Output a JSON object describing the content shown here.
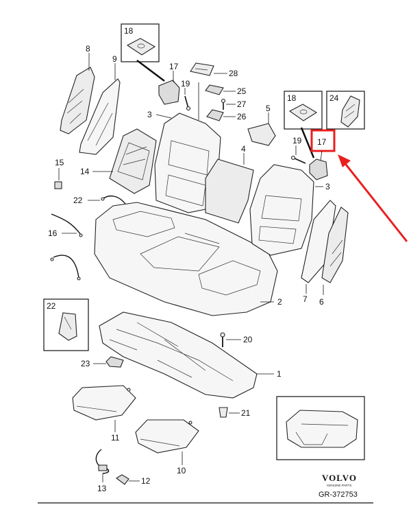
{
  "callouts": {
    "c1": "1",
    "c2": "2",
    "c3a": "3",
    "c3b": "3",
    "c4": "4",
    "c5": "5",
    "c6": "6",
    "c7": "7",
    "c8": "8",
    "c9": "9",
    "c10": "10",
    "c11": "11",
    "c12": "12",
    "c13": "13",
    "c14": "14",
    "c15": "15",
    "c16": "16",
    "c17a": "17",
    "c19a": "19",
    "c19b": "19",
    "c20": "20",
    "c21": "21",
    "c22": "22",
    "c23": "23",
    "c25": "25",
    "c26": "26",
    "c27": "27",
    "c28": "28"
  },
  "insets": {
    "box18a": "18",
    "box18b": "18",
    "box24": "24",
    "box22": "22",
    "highlight17": "17"
  },
  "highlight": {
    "color": "#e8201f",
    "part": "17"
  },
  "brand": {
    "name": "VOLVO",
    "subtitle": "GENUINE PARTS",
    "reference": "GR-372753"
  }
}
